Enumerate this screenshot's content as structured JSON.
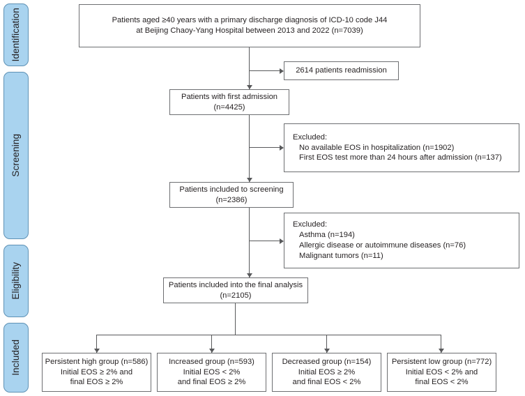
{
  "figure": {
    "type": "flowchart",
    "description": "PRISMA-style patient selection flow diagram"
  },
  "stages": [
    {
      "id": "identification",
      "label": "Identification"
    },
    {
      "id": "screening",
      "label": "Screening"
    },
    {
      "id": "eligibility",
      "label": "Eligibility"
    },
    {
      "id": "included",
      "label": "Included"
    }
  ],
  "nodes": {
    "source": {
      "lines": [
        "Patients aged ≥40 years with a primary discharge diagnosis of ICD-10 code J44",
        "at Beijing Chaoy-Yang Hospital between 2013 and 2022 (n=7039)"
      ]
    },
    "readmission": {
      "lines": [
        "2614 patients readmission"
      ]
    },
    "first_admission": {
      "lines": [
        "Patients with first admission",
        "(n=4425)"
      ]
    },
    "excluded_eos": {
      "lines": [
        "Excluded:",
        "No available EOS in hospitalization (n=1902)",
        "First EOS test more than 24 hours after admission (n=137)"
      ]
    },
    "screening_included": {
      "lines": [
        "Patients included to screening",
        "(n=2386)"
      ]
    },
    "excluded_comorbid": {
      "lines": [
        "Excluded:",
        "Asthma (n=194)",
        "Allergic disease or autoimmune diseases (n=76)",
        "Malignant tumors (n=11)"
      ]
    },
    "final_analysis": {
      "lines": [
        "Patients included into the final analysis",
        "(n=2105)"
      ]
    }
  },
  "groups": [
    {
      "id": "persistent-high",
      "lines": [
        "Persistent high group (n=586)",
        "Initial EOS ≥ 2% and",
        "final EOS ≥ 2%"
      ]
    },
    {
      "id": "increased",
      "lines": [
        "Increased group (n=593)",
        "Initial EOS < 2%",
        "and final EOS ≥ 2%"
      ]
    },
    {
      "id": "decreased",
      "lines": [
        "Decreased group (n=154)",
        "Initial EOS ≥ 2%",
        "and final EOS < 2%"
      ]
    },
    {
      "id": "persistent-low",
      "lines": [
        "Persistent low group (n=772)",
        "Initial EOS < 2% and",
        "final EOS < 2%"
      ]
    }
  ],
  "colors": {
    "stage_fill": "#a9d3ef",
    "stage_border": "#5e91b5",
    "box_border": "#6d6e71",
    "connector": "#58595b",
    "text": "#231f20",
    "background": "#ffffff"
  }
}
